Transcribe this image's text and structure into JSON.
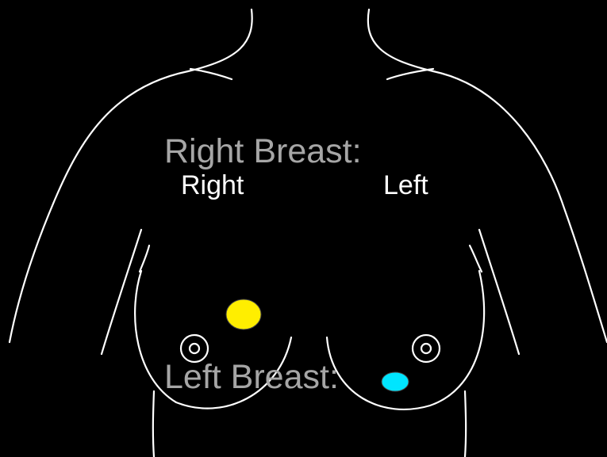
{
  "labels": {
    "right_breast_heading": "Right Breast:",
    "left_breast_heading": "Left Breast:",
    "side_right": "Right",
    "side_left": "Left"
  },
  "markers": [
    {
      "name": "right-breast-lesion-marker",
      "color": "#ffee00"
    },
    {
      "name": "left-breast-lesion-marker",
      "color": "#00e5ff"
    }
  ],
  "colors": {
    "background": "#000000",
    "outline": "#ffffff",
    "heading_text": "#a6a6a6",
    "side_text": "#ffffff"
  }
}
